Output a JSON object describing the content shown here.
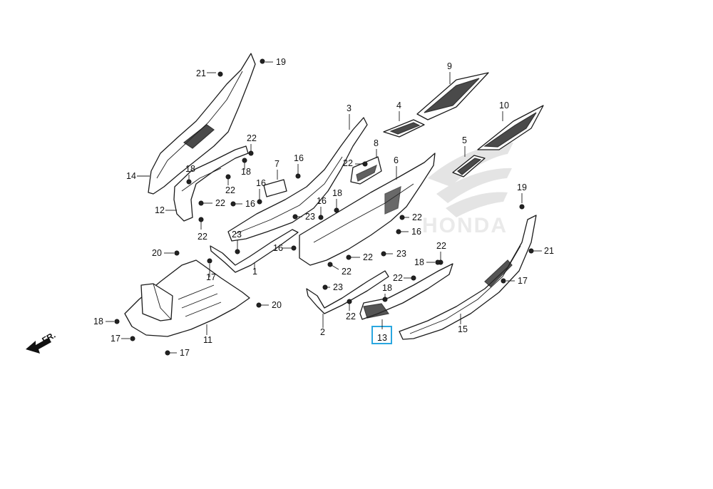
{
  "diagram": {
    "watermark_text": "HONDA",
    "direction_label": "FR.",
    "highlighted_callout": "13",
    "highlight_color": "#2aa7e0",
    "callouts": [
      {
        "id": "c19a",
        "label": "19"
      },
      {
        "id": "c21a",
        "label": "21"
      },
      {
        "id": "c9",
        "label": "9"
      },
      {
        "id": "c3",
        "label": "3"
      },
      {
        "id": "c4",
        "label": "4"
      },
      {
        "id": "c10",
        "label": "10"
      },
      {
        "id": "c22a",
        "label": "22"
      },
      {
        "id": "c8",
        "label": "8"
      },
      {
        "id": "c5",
        "label": "5"
      },
      {
        "id": "c6",
        "label": "6"
      },
      {
        "id": "c7",
        "label": "7"
      },
      {
        "id": "c16a",
        "label": "16"
      },
      {
        "id": "c22b",
        "label": "22"
      },
      {
        "id": "c14",
        "label": "14"
      },
      {
        "id": "c18a",
        "label": "18"
      },
      {
        "id": "c18b",
        "label": "18"
      },
      {
        "id": "c16b",
        "label": "16"
      },
      {
        "id": "c22c",
        "label": "22"
      },
      {
        "id": "c18c",
        "label": "18"
      },
      {
        "id": "c16c",
        "label": "16"
      },
      {
        "id": "c19b",
        "label": "19"
      },
      {
        "id": "c12",
        "label": "12"
      },
      {
        "id": "c22d",
        "label": "22"
      },
      {
        "id": "c16d",
        "label": "16"
      },
      {
        "id": "c23a",
        "label": "23"
      },
      {
        "id": "c22e",
        "label": "22"
      },
      {
        "id": "c22f",
        "label": "22"
      },
      {
        "id": "c16e",
        "label": "16"
      },
      {
        "id": "c23b",
        "label": "23"
      },
      {
        "id": "c16f",
        "label": "16"
      },
      {
        "id": "c22g",
        "label": "22"
      },
      {
        "id": "c23c",
        "label": "23"
      },
      {
        "id": "c21b",
        "label": "21"
      },
      {
        "id": "c20a",
        "label": "20"
      },
      {
        "id": "c1",
        "label": "1"
      },
      {
        "id": "c22h",
        "label": "22"
      },
      {
        "id": "c22i",
        "label": "22"
      },
      {
        "id": "c18d",
        "label": "18"
      },
      {
        "id": "c17a",
        "label": "17"
      },
      {
        "id": "c17b",
        "label": "17"
      },
      {
        "id": "c23d",
        "label": "23"
      },
      {
        "id": "c22j",
        "label": "22"
      },
      {
        "id": "c20b",
        "label": "20"
      },
      {
        "id": "c18e",
        "label": "18"
      },
      {
        "id": "c22k",
        "label": "22"
      },
      {
        "id": "c13",
        "label": "13"
      },
      {
        "id": "c15",
        "label": "15"
      },
      {
        "id": "c2",
        "label": "2"
      },
      {
        "id": "c11",
        "label": "11"
      },
      {
        "id": "c17c",
        "label": "17"
      },
      {
        "id": "c18f",
        "label": "18"
      },
      {
        "id": "c17d",
        "label": "17"
      }
    ]
  }
}
